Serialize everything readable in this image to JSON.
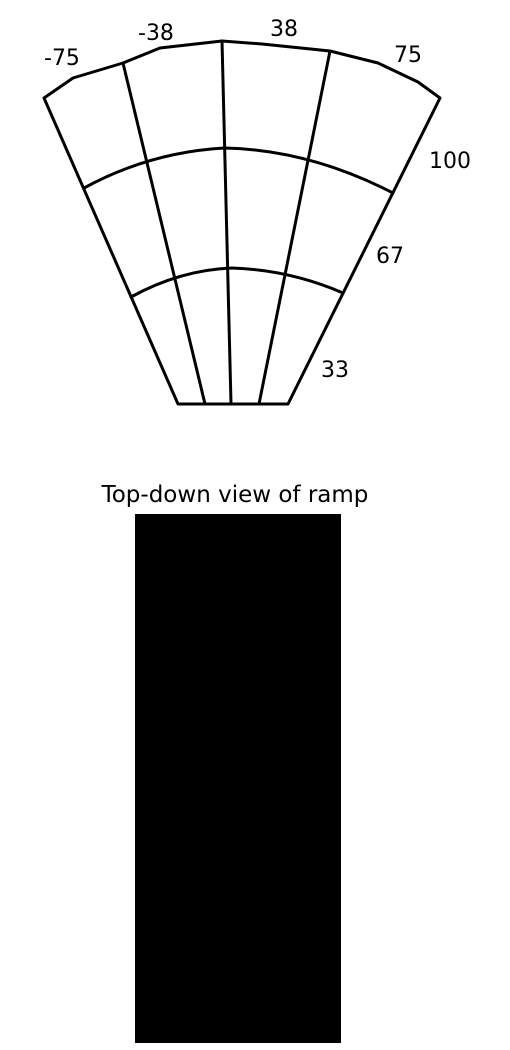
{
  "fan": {
    "angle_labels": [
      "-75",
      "-38",
      "38",
      "75"
    ],
    "range_labels": [
      "100",
      "67",
      "33"
    ]
  },
  "ramp_view": {
    "title": "Top-down view of ramp",
    "fill_color": "#000000"
  }
}
